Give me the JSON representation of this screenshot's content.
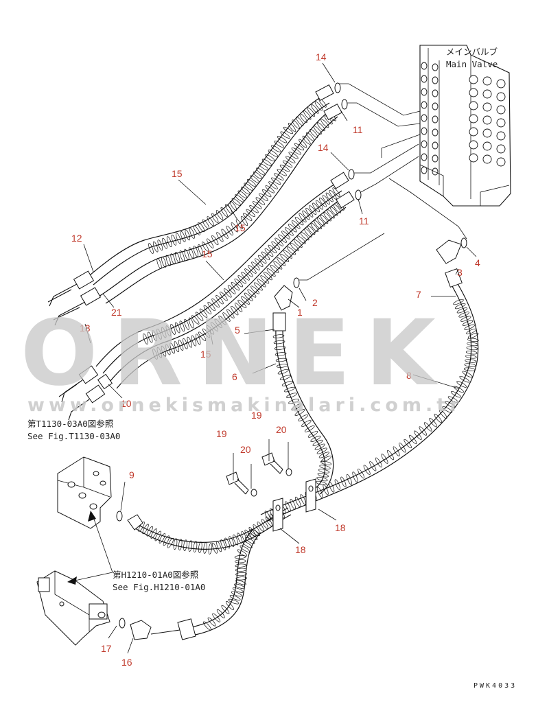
{
  "diagram": {
    "labels": {
      "main_valve_jp": "メインバルブ",
      "main_valve_en": "Main Valve",
      "ref1_jp": "第T1130-03A0図参照",
      "ref1_en": "See Fig.T1130-03A0",
      "ref2_jp": "第H1210-01A0図参照",
      "ref2_en": "See Fig.H1210-01A0",
      "drawing_code": "PWK4033"
    },
    "part_numbers": {
      "p14a": "14",
      "p11a": "11",
      "p14b": "14",
      "p11b": "11",
      "p15a": "15",
      "p15b": "15",
      "p15c": "15",
      "p15d": "15",
      "p12": "12",
      "p21": "21",
      "p13": "13",
      "p10": "10",
      "p4": "4",
      "p3": "3",
      "p7": "7",
      "p2": "2",
      "p1": "1",
      "p5": "5",
      "p6": "6",
      "p8": "8",
      "p19a": "19",
      "p20a": "20",
      "p19b": "19",
      "p20b": "20",
      "p9": "9",
      "p18a": "18",
      "p18b": "18",
      "p17": "17",
      "p16": "16"
    },
    "colors": {
      "part_number": "#c0392b",
      "line": "#111111",
      "watermark": "#c8c8c8"
    }
  },
  "watermark": {
    "brand": "ORNEK",
    "url": "www.ornekismakinalari.com.tr"
  }
}
